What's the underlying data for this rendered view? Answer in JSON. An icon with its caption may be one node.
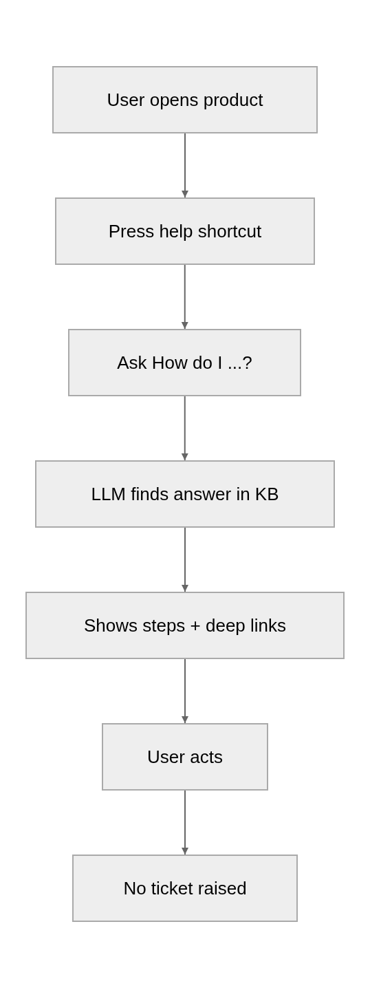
{
  "diagram": {
    "nodes": [
      {
        "text": [
          "User opens product"
        ]
      },
      {
        "text": [
          "Press help shortcut"
        ]
      },
      {
        "text": [
          "Ask How do I ...?"
        ]
      },
      {
        "text": [
          "LLM finds answer in KB"
        ]
      },
      {
        "text": [
          "Shows steps + deep links"
        ]
      },
      {
        "text": [
          "User acts"
        ]
      },
      {
        "text": [
          "No ticket raised"
        ]
      }
    ],
    "edges": [
      {
        "from": 0,
        "to": 1,
        "arrow": "to"
      },
      {
        "from": 1,
        "to": 2,
        "arrow": "to"
      },
      {
        "from": 2,
        "to": 3,
        "arrow": "to"
      },
      {
        "from": 3,
        "to": 4,
        "arrow": "to"
      },
      {
        "from": 4,
        "to": 5,
        "arrow": "to"
      },
      {
        "from": 5,
        "to": 6,
        "arrow": "to"
      }
    ]
  }
}
